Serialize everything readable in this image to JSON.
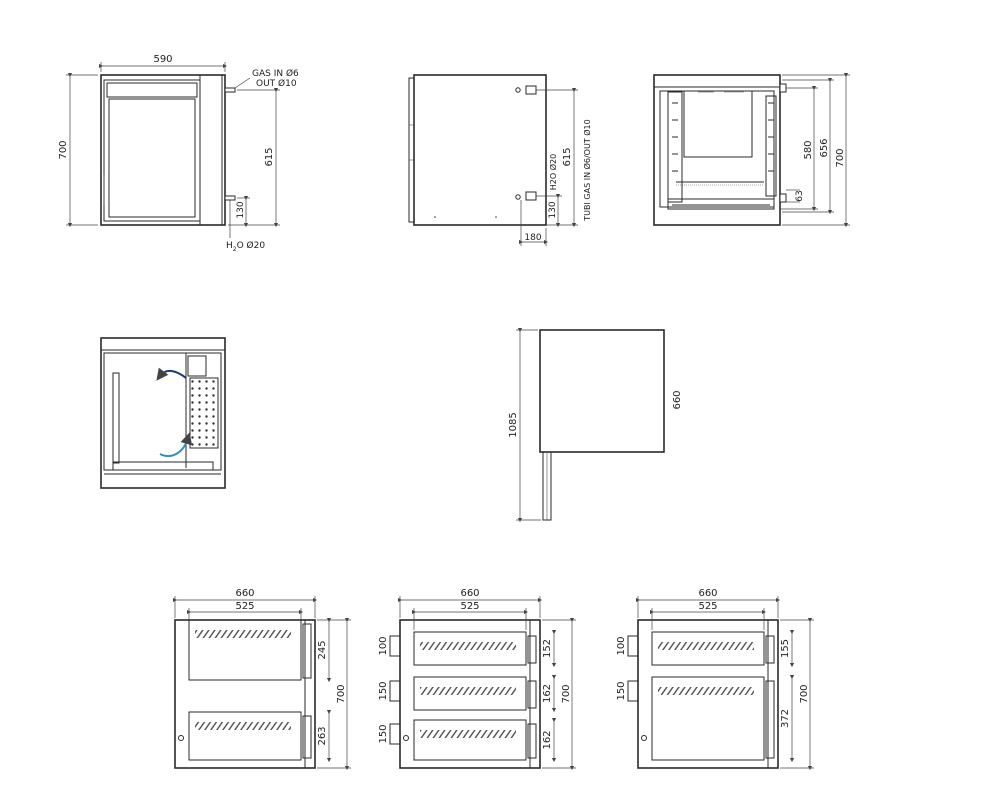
{
  "front_view": {
    "width": "590",
    "height": "700",
    "pipe_height": "615",
    "low_pipe": "130",
    "gas_line1": "GAS IN Ø6",
    "gas_line2": "OUT Ø10",
    "h2o_h": "H",
    "h2o_sub": "2",
    "h2o_rest": "O Ø20"
  },
  "side_view": {
    "height": "615",
    "low": "130",
    "offset": "180",
    "h2o": "H2O Ø20",
    "tubes": "TUBI GAS IN Ø6/OUT Ø10"
  },
  "section_view": {
    "d1": "580",
    "d2": "656",
    "d3": "700",
    "d4": "63"
  },
  "top_view": {
    "length": "1085",
    "depth": "660"
  },
  "drawer_views": [
    {
      "overall": "660",
      "inner": "525",
      "height": "700",
      "heights": [
        "245",
        "263"
      ],
      "lefts": []
    },
    {
      "overall": "660",
      "inner": "525",
      "height": "700",
      "heights": [
        "152",
        "162",
        "162"
      ],
      "lefts": [
        "100",
        "150",
        "150"
      ]
    },
    {
      "overall": "660",
      "inner": "525",
      "height": "700",
      "heights": [
        "155",
        "372"
      ],
      "lefts": [
        "100",
        "150"
      ]
    }
  ]
}
